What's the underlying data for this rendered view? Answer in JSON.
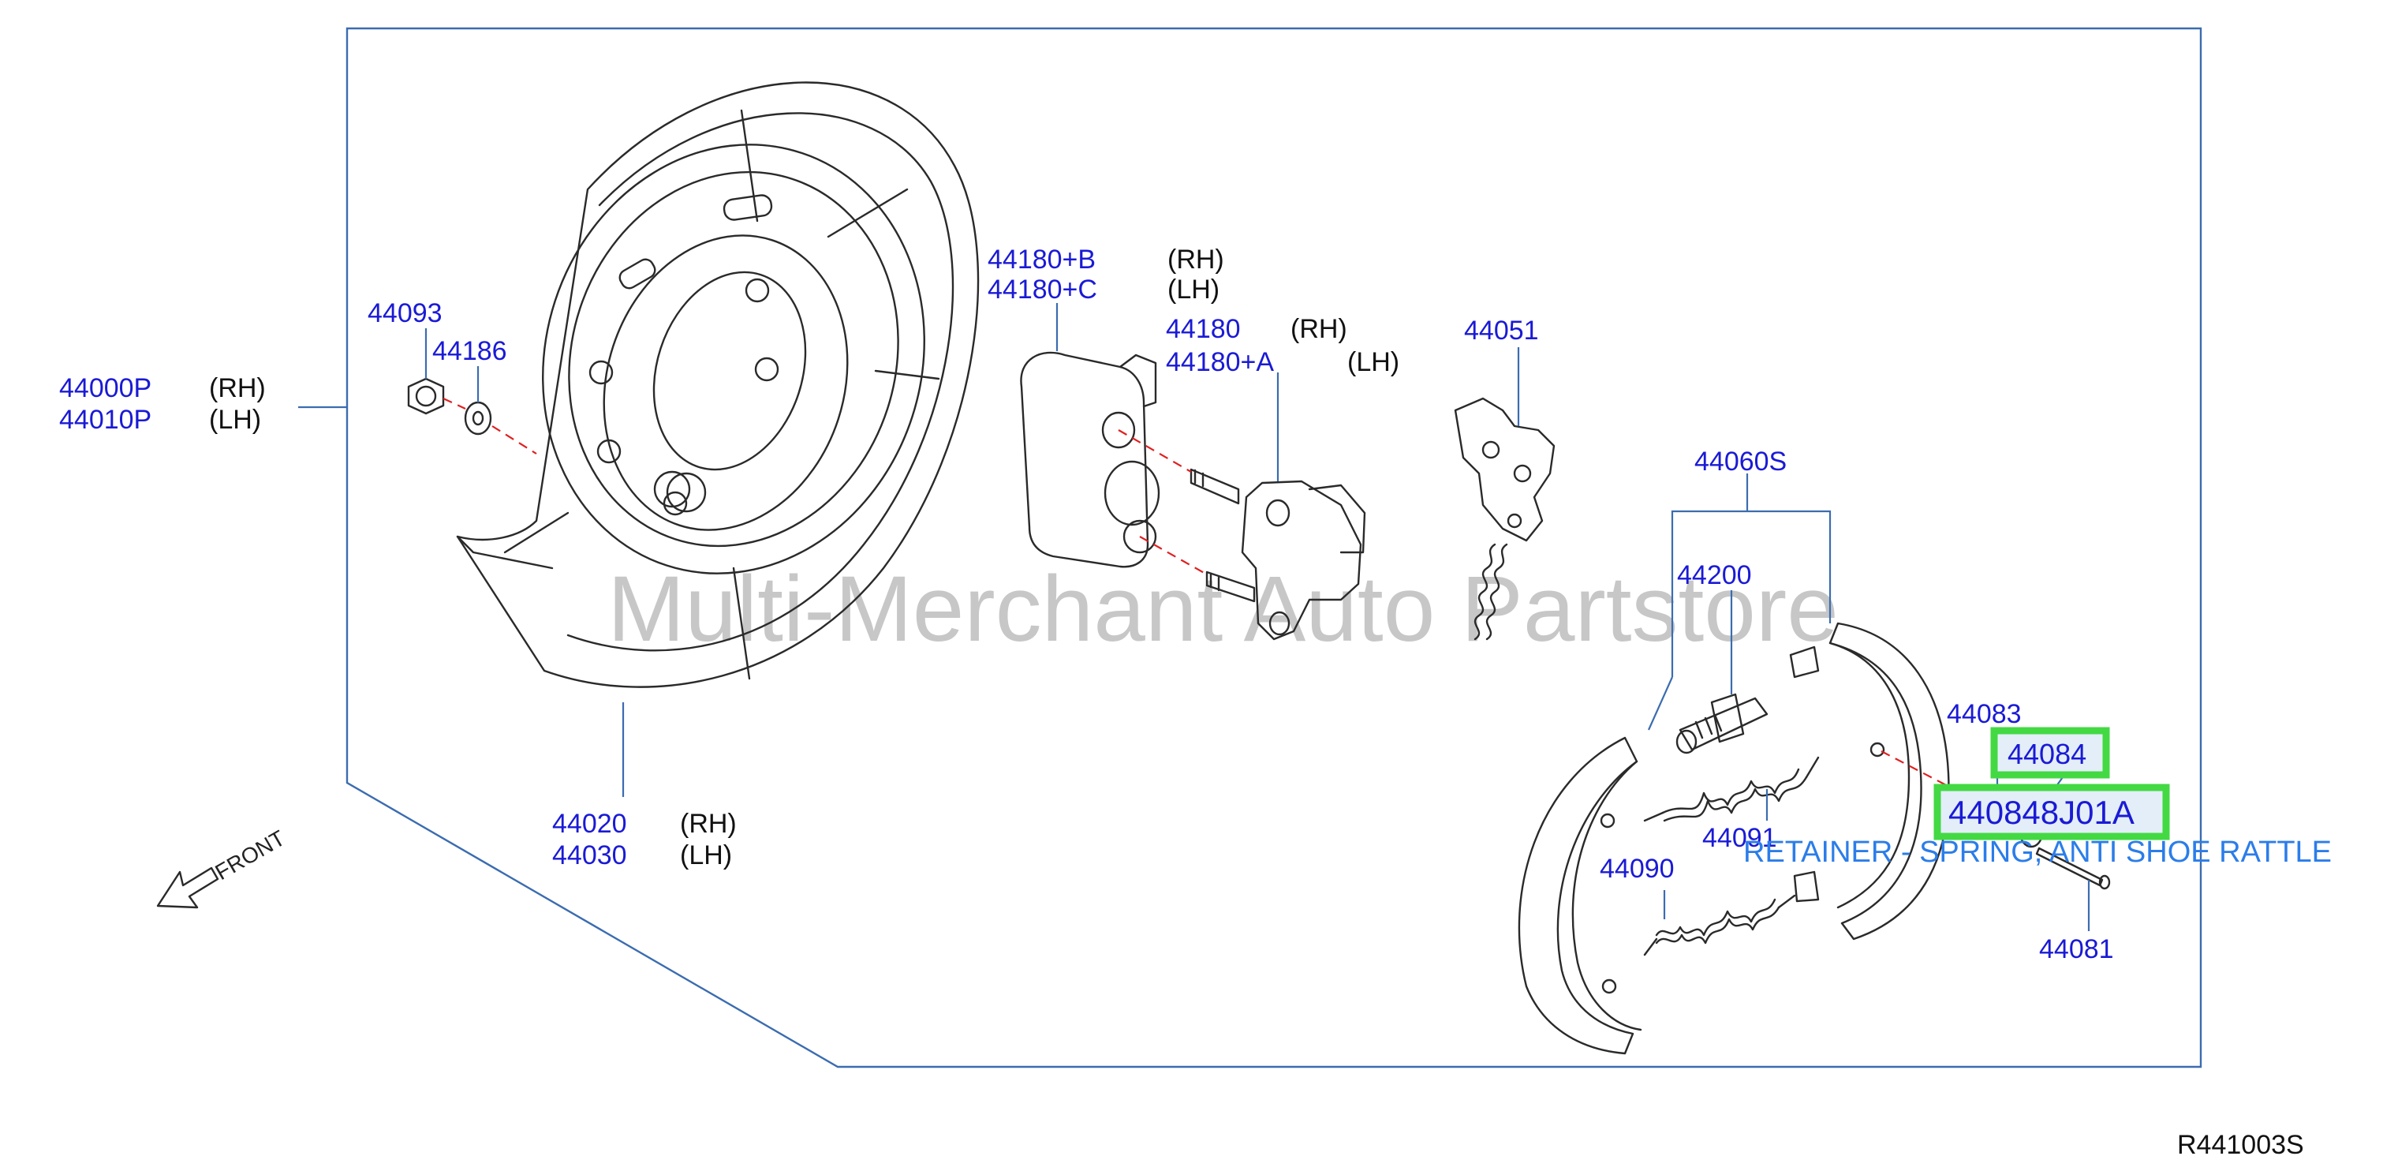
{
  "diagram": {
    "ref_code": "R441003S",
    "watermark": "Multi-Merchant Auto Partstore",
    "front_label": "FRONT",
    "labels": {
      "p44000p": "44000P",
      "p44000p_side": "(RH)",
      "p44010p": "44010P",
      "p44010p_side": "(LH)",
      "p44093": "44093",
      "p44186": "44186",
      "p44020": "44020",
      "p44020_side": "(RH)",
      "p44030": "44030",
      "p44030_side": "(LH)",
      "p44180b": "44180+B",
      "p44180b_side": "(RH)",
      "p44180c": "44180+C",
      "p44180c_side": "(LH)",
      "p44180": "44180",
      "p44180_side": "(RH)",
      "p44180a": "44180+A",
      "p44180a_side": "(LH)",
      "p44051": "44051",
      "p44060s": "44060S",
      "p44200": "44200",
      "p44083": "44083",
      "p44084": "44084",
      "p44084_full": "440848J01A",
      "p44091": "44091",
      "p44090": "44090",
      "p44081": "44081"
    },
    "tooltip": "RETAINER - SPRING, ANTI SHOE RATTLE",
    "colors": {
      "label_blue": "#1a1ad6",
      "leader_blue": "#3b6cb0",
      "highlight_green": "#43d943",
      "tooltip_blue": "#2b7de9",
      "dash_red": "#e02020"
    }
  }
}
